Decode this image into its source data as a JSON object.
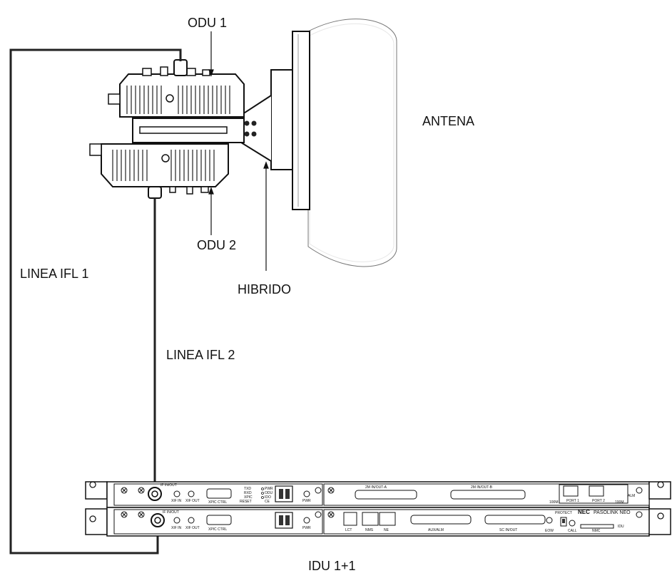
{
  "labels": {
    "odu1": "ODU 1",
    "odu2": "ODU 2",
    "antena": "ANTENA",
    "hibrido": "HIBRIDO",
    "linea_ifl_1": "LINEA IFL 1",
    "linea_ifl_2": "LINEA IFL 2",
    "idu": "IDU 1+1"
  },
  "idu_panel": {
    "row1": {
      "if_inout": "IF IN/OUT",
      "xif_in": "XIF IN",
      "xif_out": "XIF OUT",
      "xpic_ctrl": "XPIC CTRL",
      "txd": "TXD",
      "rxd": "RXD",
      "xpic": "XPIC",
      "reset": "RESET",
      "pwr_odu": "PWR",
      "odu": "ODU",
      "ido": "IDO",
      "ce": "CE",
      "pwr": "PWR",
      "port_2m_a": "2M IN/OUT-A",
      "port_2m_b": "2M IN/OUT-B",
      "mbit_100_left": "100M",
      "port1": "PORT 1",
      "port2": "PORT 2",
      "mbit_100_right": "100M",
      "alm": "ALM"
    },
    "row2": {
      "if_inout": "IF IN/OUT",
      "xif_in": "XIF IN",
      "xif_out": "XIF OUT",
      "xpic_ctrl": "XPIC CTRL",
      "pwr": "PWR",
      "lct": "LCT",
      "nms": "NMS",
      "ne": "NE",
      "aux_alm": "AUX/ALM",
      "sc_inout": "SC IN/OUT",
      "protect": "PROTECT",
      "brand": "NEC",
      "model": "PASOLINK NEO",
      "eow": "EOW",
      "call": "CALL",
      "nmc": "NMC",
      "idu": "IDU"
    }
  }
}
